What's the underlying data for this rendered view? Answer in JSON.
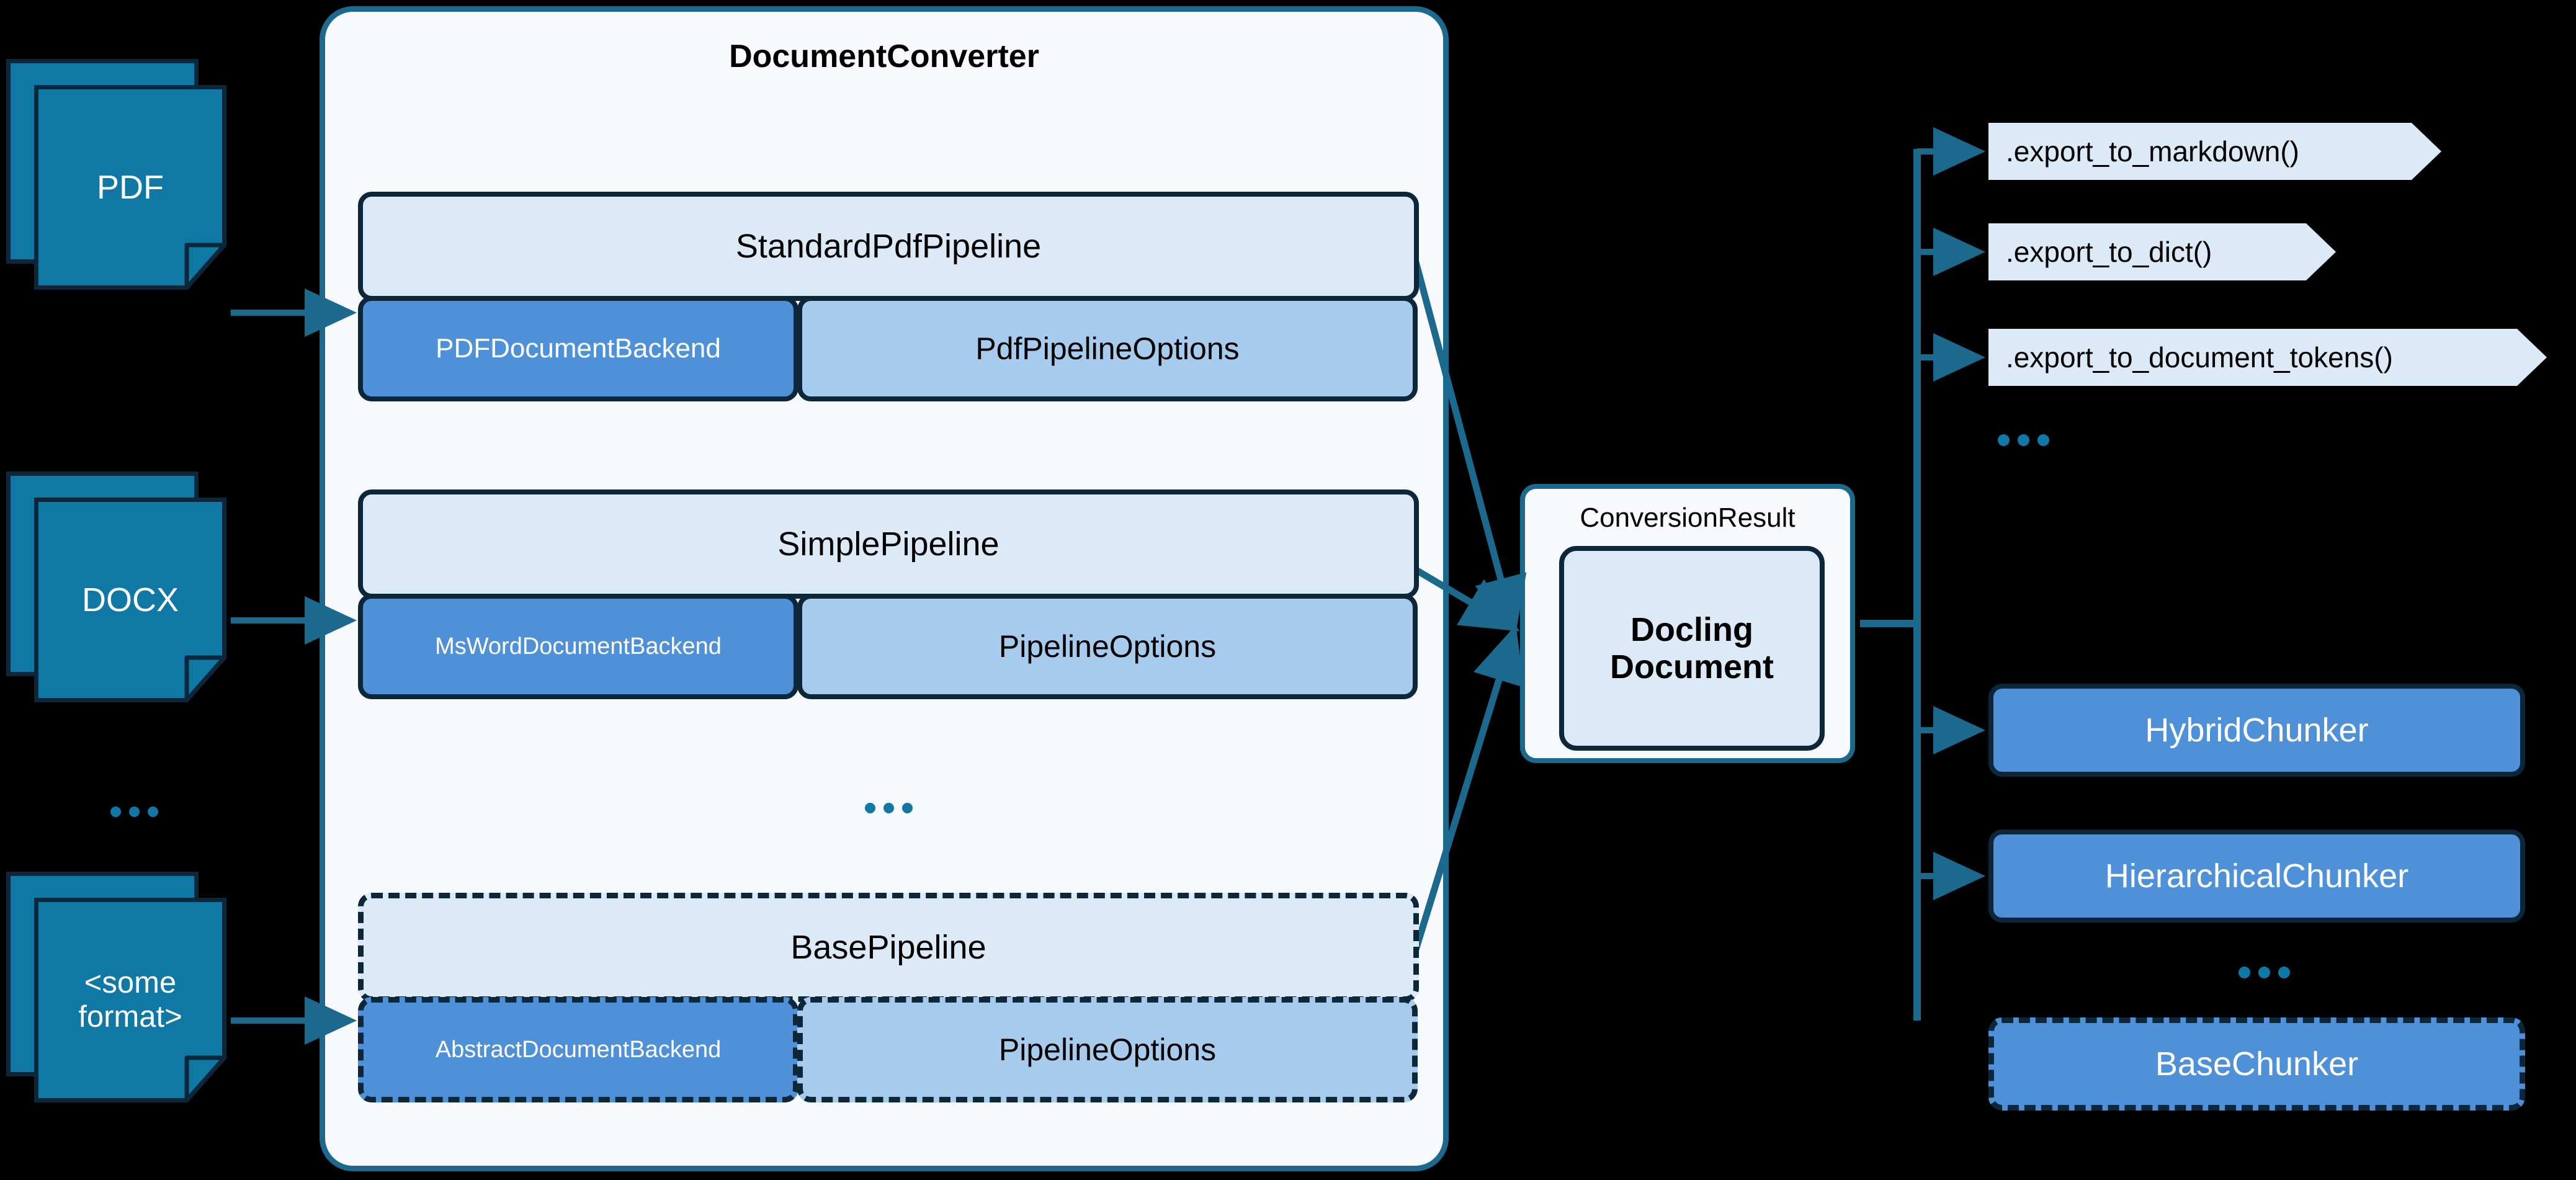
{
  "sources": {
    "items": [
      {
        "label": "PDF",
        "icon": "document-icon"
      },
      {
        "label": "DOCX",
        "icon": "document-icon"
      },
      {
        "label": "<some format>",
        "icon": "document-icon"
      }
    ],
    "ellipsis": "..."
  },
  "converter": {
    "title": "DocumentConverter",
    "ellipsis": "...",
    "pipelines": [
      {
        "name": "StandardPdfPipeline",
        "backend": "PDFDocumentBackend",
        "options": "PdfPipelineOptions",
        "abstract": false
      },
      {
        "name": "SimplePipeline",
        "backend": "MsWordDocumentBackend",
        "options": "PipelineOptions",
        "abstract": false
      },
      {
        "name": "BasePipeline",
        "backend": "AbstractDocumentBackend",
        "options": "PipelineOptions",
        "abstract": true
      }
    ]
  },
  "result": {
    "label": "ConversionResult",
    "document": "Docling\nDocument"
  },
  "exports": {
    "items": [
      {
        "label": ".export_to_markdown()"
      },
      {
        "label": ".export_to_dict()"
      },
      {
        "label": ".export_to_document_tokens()"
      }
    ],
    "ellipsis": "..."
  },
  "chunkers": {
    "items": [
      {
        "label": "HybridChunker",
        "abstract": false
      },
      {
        "label": "HierarchicalChunker",
        "abstract": false
      },
      {
        "label": "BaseChunker",
        "abstract": true
      }
    ],
    "ellipsis": "..."
  },
  "colors": {
    "background": "#000000",
    "panel_fill": "#f7f9fd",
    "panel_border": "#1b6a8e",
    "pipeline_fill": "#dce9f6",
    "backend_fill": "#4f91d8",
    "options_fill": "#a7cbec",
    "box_border": "#0b2739",
    "doc_icon_fill": "#0f78a5",
    "arrow": "#1b6a8e",
    "accent_dots": "#0f78a5"
  }
}
